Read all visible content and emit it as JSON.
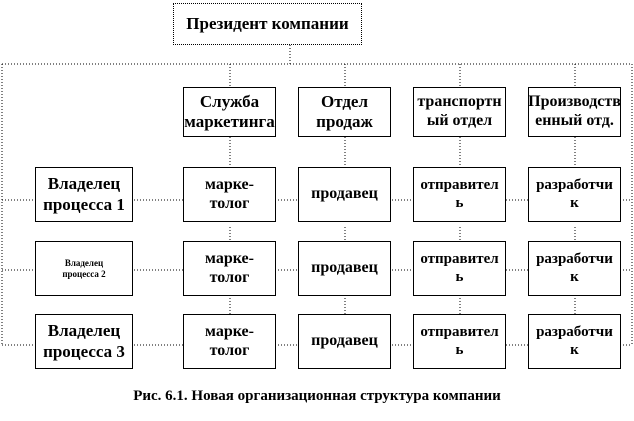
{
  "president": "Президент компании",
  "departments": [
    {
      "line1": "Служба",
      "line2": "маркетинга"
    },
    {
      "line1": "Отдел",
      "line2": "продаж"
    },
    {
      "line1": "транспортн",
      "line2": "ый отдел"
    },
    {
      "line1": "Производств",
      "line2": "енный отд."
    }
  ],
  "owners": [
    {
      "line1": "Владелец",
      "line2": "процесса 1"
    },
    {
      "line1": "Владелец",
      "line2": "процесса 2"
    },
    {
      "line1": "Владелец",
      "line2": "процесса 3"
    }
  ],
  "roles": {
    "marketer": {
      "line1": "марке-",
      "line2": "толог"
    },
    "seller": "продавец",
    "sender": {
      "line1": "отправител",
      "line2": "ь"
    },
    "developer": {
      "line1": "разработчи",
      "line2": "к"
    }
  },
  "caption": "Рис. 6.1. Новая организационная структура компании"
}
